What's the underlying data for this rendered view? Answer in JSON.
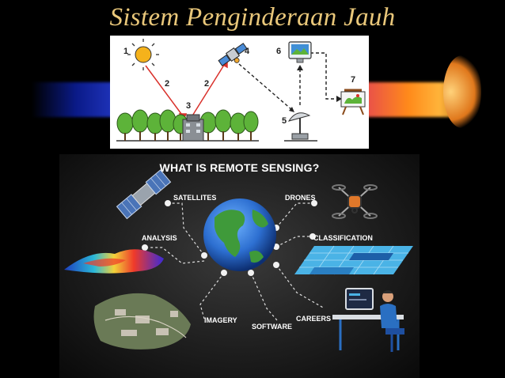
{
  "slide": {
    "title": "Sistem Penginderaan Jauh"
  },
  "diagram_top": {
    "step_labels": [
      "1",
      "2",
      "2",
      "3",
      "4",
      "5",
      "6",
      "7"
    ]
  },
  "diagram_bottom": {
    "title": "WHAT IS REMOTE SENSING?",
    "labels": {
      "satellites": "SATELLITES",
      "drones": "DRONES",
      "analysis": "ANALYSIS",
      "classification": "CLASSIFICATION",
      "imagery": "IMAGERY",
      "software": "SOFTWARE",
      "careers": "CAREERS"
    }
  },
  "colors": {
    "title": "#e9c77a",
    "arrow_red": "#d9302a",
    "tree_green": "#5db339",
    "globe_blue": "#2d6fd1",
    "grid_blue": "#4ab3e6"
  },
  "icons": [
    "sun-icon",
    "satellite-icon",
    "antenna-icon",
    "monitor-icon",
    "presentation-board-icon",
    "trees-icon",
    "drone-icon",
    "globe-icon",
    "person-computer-icon"
  ]
}
